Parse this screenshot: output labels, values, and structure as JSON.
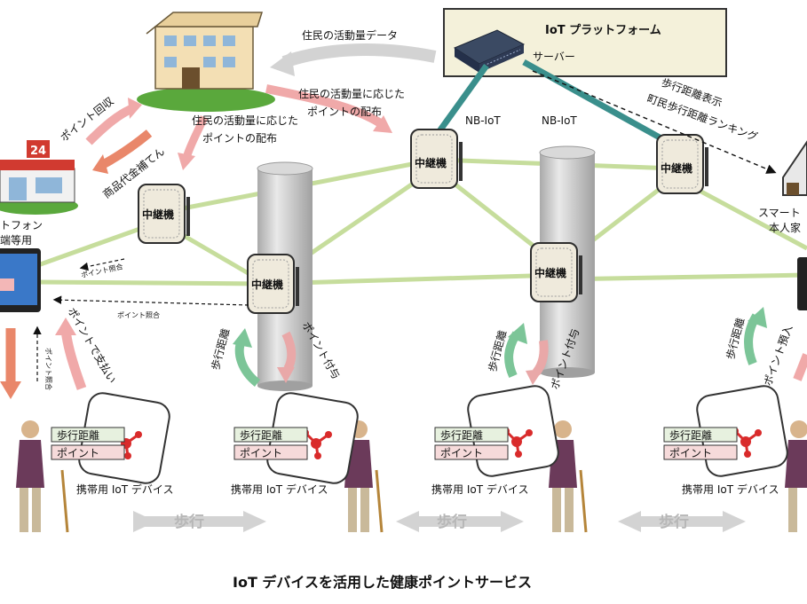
{
  "platform": {
    "title": "IoT プラットフォーム",
    "server_label": "サーバー"
  },
  "nbiot_labels": [
    "NB-IoT",
    "NB-IoT"
  ],
  "relay_label": "中継機",
  "flows": {
    "activity_data": "住民の活動量データ",
    "distribution_right": [
      "住民の活動量に応じた",
      "ポイントの配布"
    ],
    "distribution_left": [
      "住民の活動量に応じた",
      "ポイントの配布"
    ],
    "point_collection": "ポイント回収",
    "compensation": "商品代金補てん",
    "ranking": [
      "歩行距離表示",
      "町民歩行距離ランキング"
    ],
    "point_check_1": "ポイント照合",
    "point_check_2": "ポイント照合",
    "point_check_vertical": "ポイント照合",
    "pay_with_points": "ポイントで支払い",
    "walk_distance": "歩行距離",
    "point_grant": "ポイント付与",
    "point_deposit": "ポイント預入"
  },
  "left_device": [
    "トフォン",
    "端等用"
  ],
  "right_device": [
    "スマート",
    "本人家"
  ],
  "store_sign": "24",
  "device_label": "携帯用 IoT デバイス",
  "device_tags": {
    "distance": "歩行距離",
    "point": "ポイント"
  },
  "walk_label": "歩行",
  "caption": "IoT デバイスを活用した健康ポイントサービス",
  "colors": {
    "link_green": "#c6dd9c",
    "nbiot_teal": "#3a8f8c",
    "pink_arrow": "#f0a9a9",
    "orange_arrow": "#e9876a",
    "green_arrow": "#7cc598",
    "gray_arrow": "#d3d3d3",
    "platform_bg": "#f4f1da",
    "pole": "#cfcfcf"
  }
}
